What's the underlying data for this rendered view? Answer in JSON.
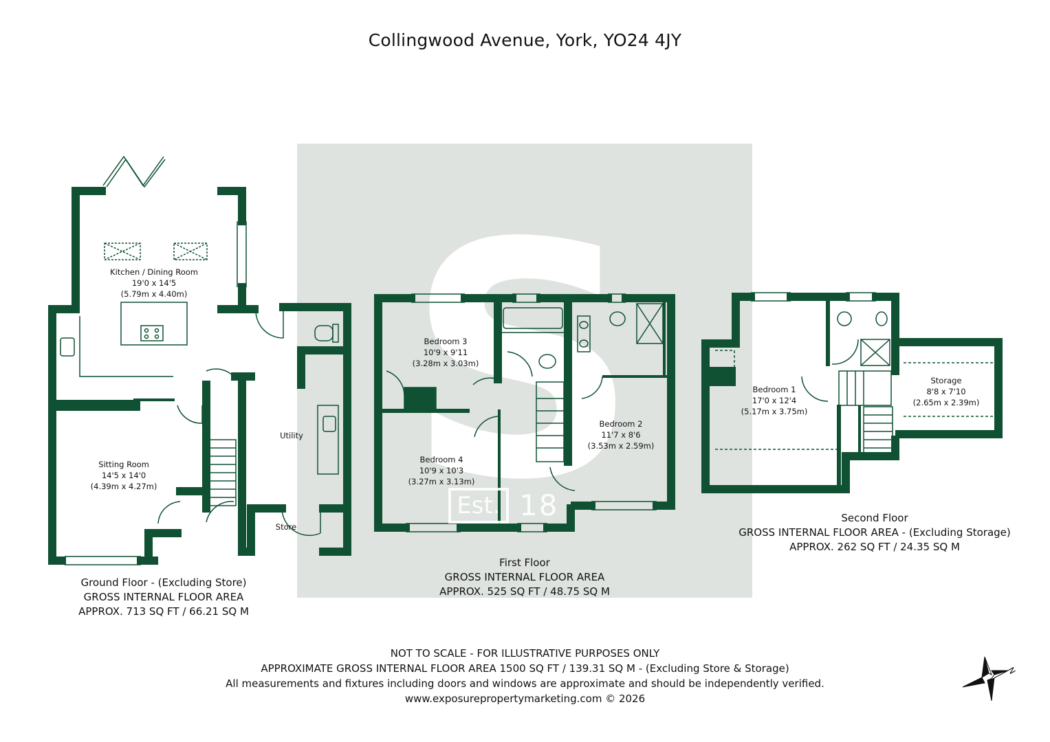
{
  "title": "Collingwood Avenue, York, YO24 4JY",
  "colors": {
    "wall": "#0f5132",
    "watermark_bg": "#dfe3e0",
    "text": "#111111"
  },
  "watermark": {
    "letter": "S",
    "est_label": "Est.",
    "year_label": "18"
  },
  "rooms": [
    {
      "name": "Kitchen / Dining Room",
      "imperial": "19'0 x 14'5",
      "metric": "(5.79m x 4.40m)"
    },
    {
      "name": "Sitting Room",
      "imperial": "14'5 x 14'0",
      "metric": "(4.39m x 4.27m)"
    },
    {
      "name": "Utility"
    },
    {
      "name": "Store"
    },
    {
      "name": "Bedroom 3",
      "imperial": "10'9 x 9'11",
      "metric": "(3.28m x 3.03m)"
    },
    {
      "name": "Bedroom 4",
      "imperial": "10'9 x 10'3",
      "metric": "(3.27m x 3.13m)"
    },
    {
      "name": "Bedroom 2",
      "imperial": "11'7 x 8'6",
      "metric": "(3.53m x 2.59m)"
    },
    {
      "name": "Bedroom 1",
      "imperial": "17'0 x 12'4",
      "metric": "(5.17m x 3.75m)"
    },
    {
      "name": "Storage",
      "imperial": "8'8 x 7'10",
      "metric": "(2.65m x 2.39m)"
    }
  ],
  "floors": [
    {
      "line1": "Ground Floor - (Excluding Store)",
      "line2": "GROSS INTERNAL FLOOR AREA",
      "line3": "APPROX. 713 SQ FT / 66.21 SQ M"
    },
    {
      "line1": "First Floor",
      "line2": "GROSS INTERNAL FLOOR AREA",
      "line3": "APPROX. 525 SQ FT / 48.75 SQ M"
    },
    {
      "line1": "Second Floor",
      "line2": "GROSS INTERNAL FLOOR AREA - (Excluding Storage)",
      "line3": "APPROX. 262 SQ FT / 24.35 SQ M"
    }
  ],
  "footer": {
    "line1": "NOT TO SCALE - FOR ILLUSTRATIVE PURPOSES ONLY",
    "line2": "APPROXIMATE GROSS INTERNAL FLOOR AREA 1500 SQ FT / 139.31 SQ M - (Excluding Store & Storage)",
    "line3": "All measurements and fixtures including doors and windows are approximate and should be independently verified.",
    "line4": "www.exposurepropertymarketing.com © 2026"
  },
  "compass": {
    "icon": "compass-icon",
    "north_label": "N"
  }
}
